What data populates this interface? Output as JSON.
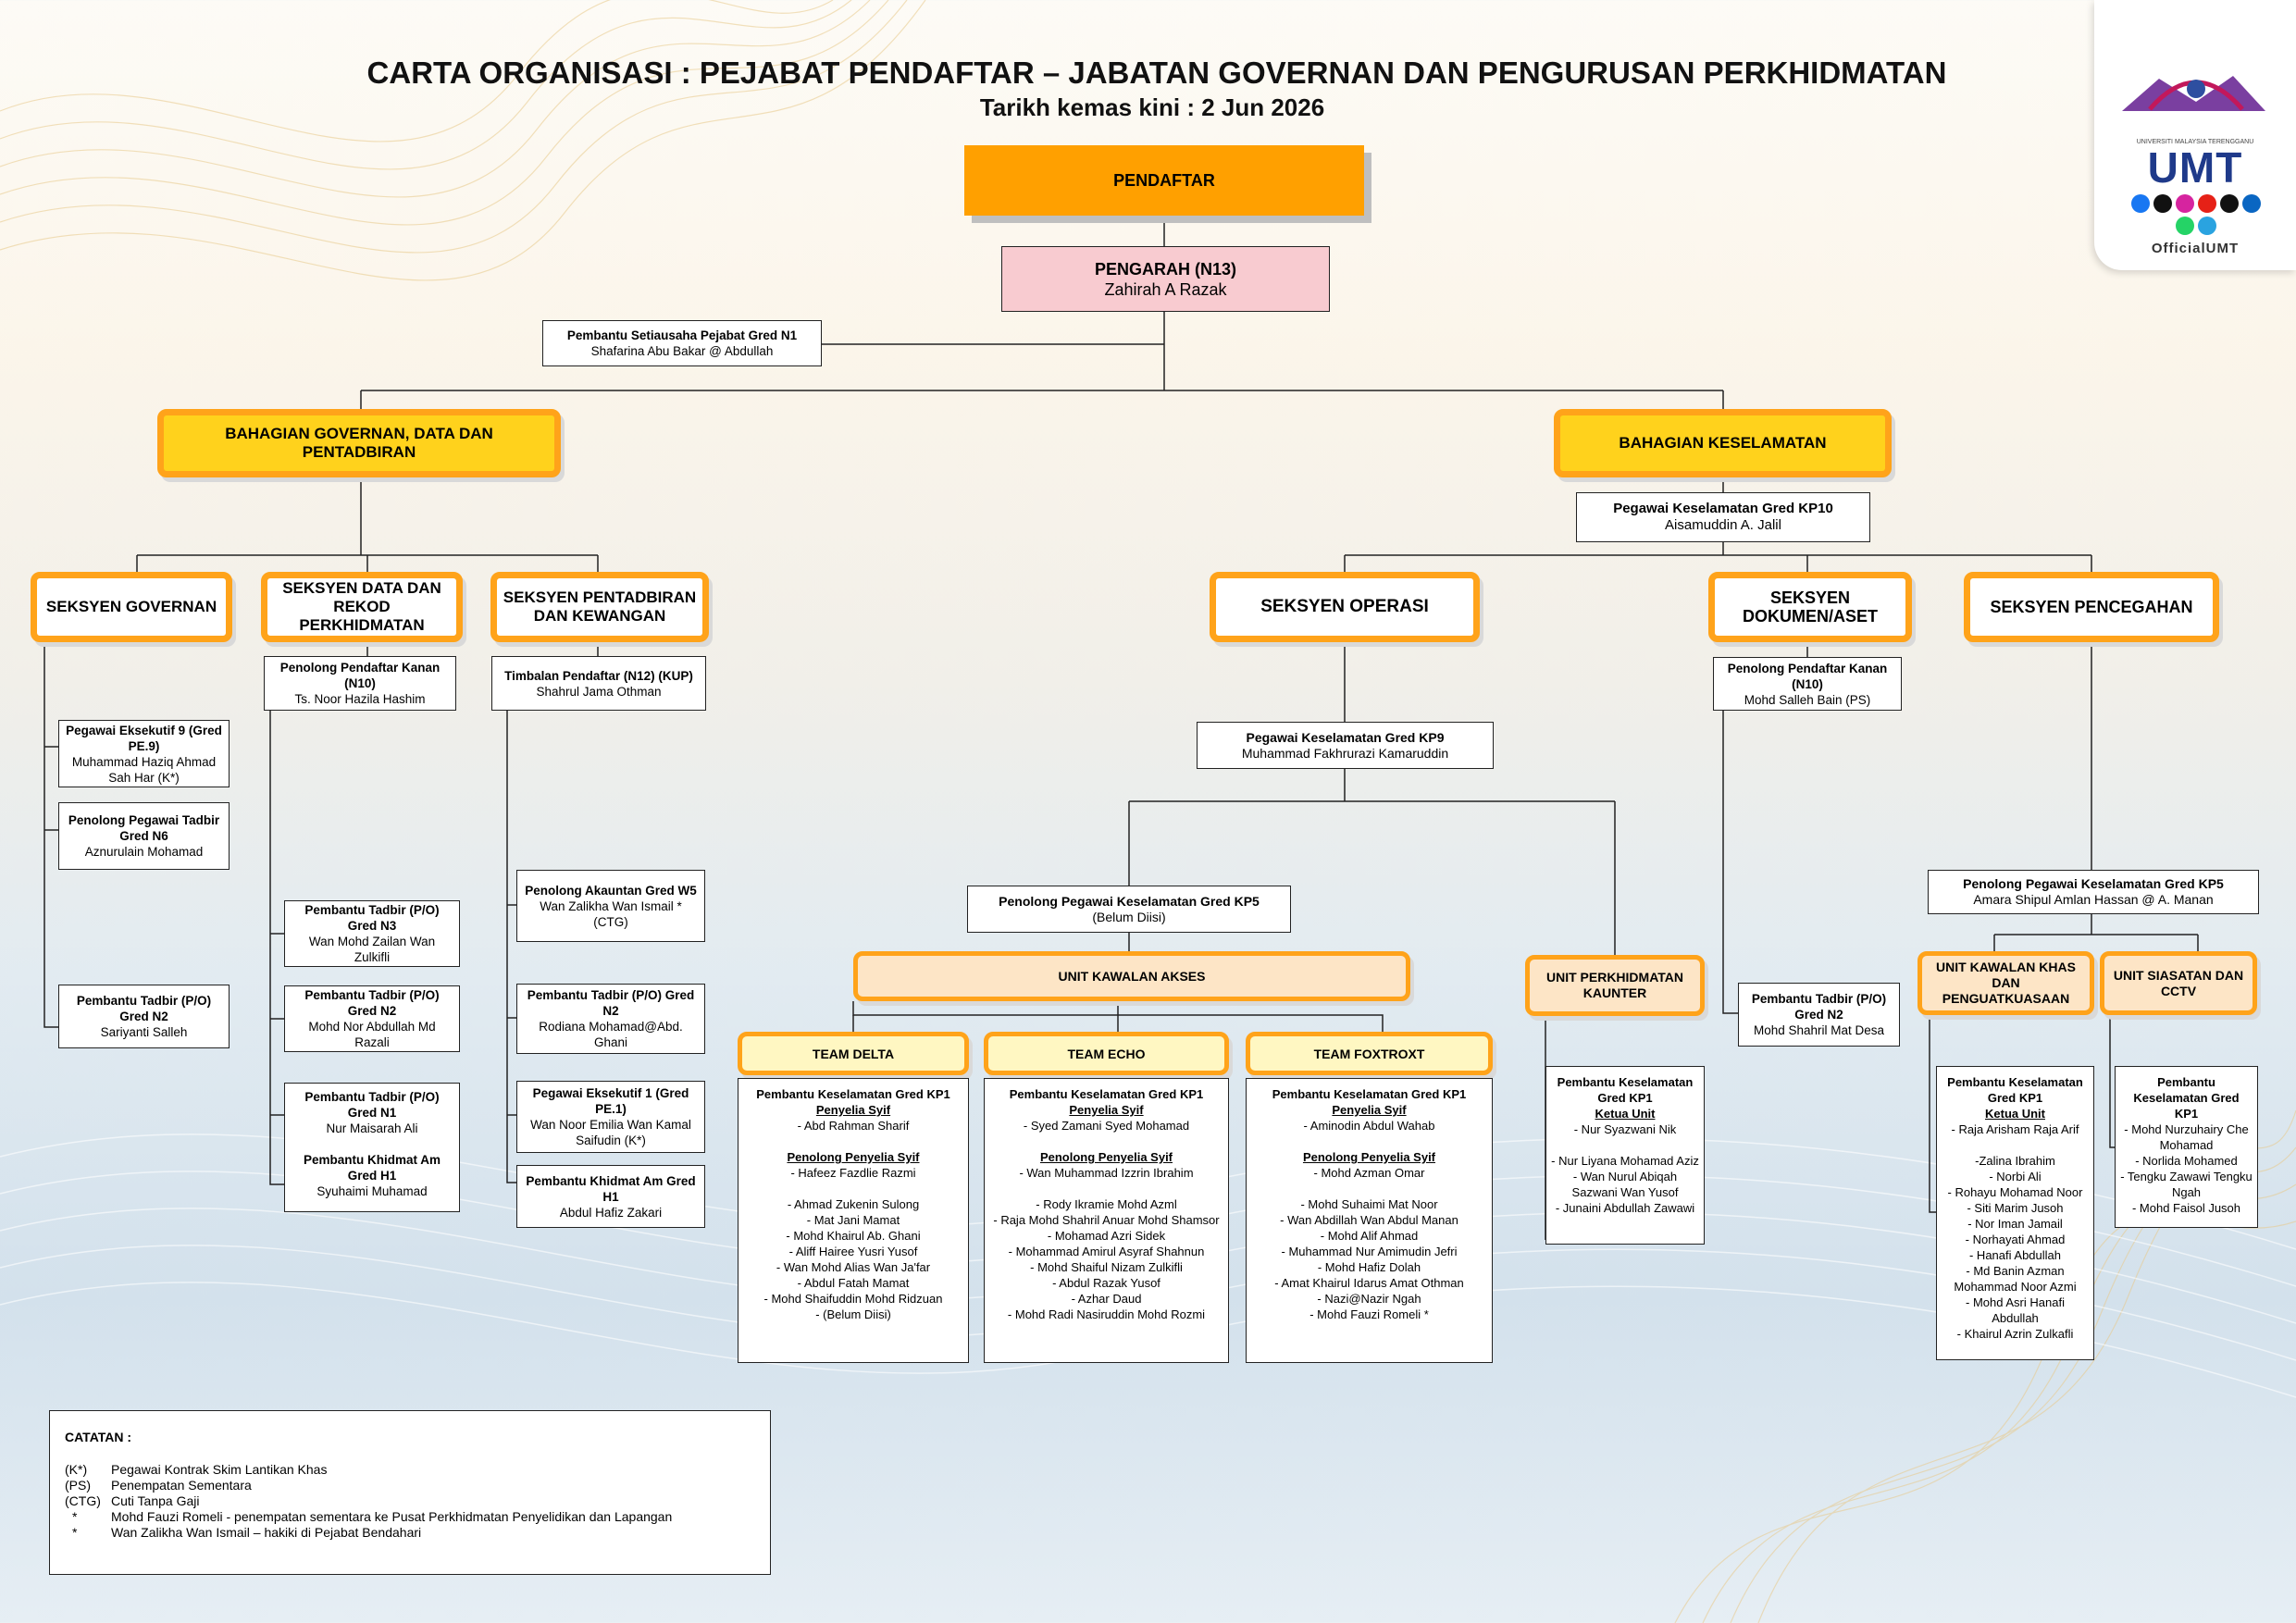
{
  "header": {
    "title": "CARTA ORGANISASI : PEJABAT PENDAFTAR – JABATAN GOVERNAN DAN PENGURUSAN PERKHIDMATAN",
    "subtitle": "Tarikh kemas kini : 2 Jun 2026"
  },
  "logo": {
    "text": "UMT",
    "small": "UNIVERSITI MALAYSIA TERENGGANU",
    "handle": "OfficialUMT",
    "icon": "umt-logo-icon"
  },
  "colors": {
    "orange": "#ffa000",
    "orange_border": "#ffa31a",
    "yellow": "#ffd21c",
    "pink": "#f8cbd0",
    "light_orange": "#fde5c6",
    "light_yellow": "#fff7c2"
  },
  "top": {
    "pendaftar": "PENDAFTAR",
    "pengarah_title": "PENGARAH (N13)",
    "pengarah_name": "Zahirah A Razak",
    "setiausaha_title": "Pembantu Setiausaha Pejabat Gred N1",
    "setiausaha_name": "Shafarina Abu Bakar @ Abdullah"
  },
  "left": {
    "bahagian": "BAHAGIAN GOVERNAN, DATA DAN PENTADBIRAN",
    "governan": {
      "title": "SEKSYEN GOVERNAN",
      "p1_title": "Pegawai Eksekutif 9 (Gred PE.9)",
      "p1_name": "Muhammad Haziq Ahmad Sah Har (K*)",
      "p2_title": "Penolong Pegawai Tadbir Gred N6",
      "p2_name": "Aznurulain Mohamad",
      "p3_title": "Pembantu Tadbir (P/O) Gred N2",
      "p3_name": "Sariyanti Salleh"
    },
    "data": {
      "title": "SEKSYEN DATA DAN REKOD PERKHIDMATAN",
      "head_title": "Penolong Pendaftar Kanan (N10)",
      "head_name": "Ts. Noor Hazila Hashim",
      "p1_title": "Pembantu Tadbir (P/O) Gred N3",
      "p1_name": "Wan Mohd Zailan Wan Zulkifli",
      "p2_title": "Pembantu Tadbir (P/O) Gred N2",
      "p2_name": "Mohd Nor Abdullah Md Razali",
      "p3_title": "Pembantu Tadbir (P/O) Gred N1",
      "p3_name": "Nur Maisarah Ali",
      "p4_title": "Pembantu Khidmat Am Gred H1",
      "p4_name": "Syuhaimi Muhamad"
    },
    "pentadbiran": {
      "title": "SEKSYEN PENTADBIRAN DAN KEWANGAN",
      "head_title": "Timbalan Pendaftar (N12) (KUP)",
      "head_name": "Shahrul Jama Othman",
      "p1_title": "Penolong Akauntan Gred W5",
      "p1_name": "Wan Zalikha Wan Ismail * (CTG)",
      "p2_title": "Pembantu Tadbir (P/O) Gred N2",
      "p2_name": "Rodiana Mohamad@Abd. Ghani",
      "p3_title": "Pegawai Eksekutif 1 (Gred PE.1)",
      "p3_name": "Wan Noor Emilia Wan Kamal Saifudin (K*)",
      "p4_title": "Pembantu Khidmat Am Gred H1",
      "p4_name": "Abdul Hafiz Zakari"
    }
  },
  "right": {
    "bahagian": "BAHAGIAN KESELAMATAN",
    "kp10_title": "Pegawai Keselamatan Gred KP10",
    "kp10_name": "Aisamuddin A. Jalil",
    "operasi": {
      "title": "SEKSYEN OPERASI",
      "kp9_title": "Pegawai Keselamatan Gred KP9",
      "kp9_name": "Muhammad Fakhrurazi Kamaruddin",
      "kp5_title": "Penolong Pegawai Keselamatan Gred KP5",
      "kp5_name": "(Belum Diisi)",
      "unit_akses": "UNIT KAWALAN AKSES",
      "unit_kaunter": "UNIT PERKHIDMATAN KAUNTER",
      "teams": [
        {
          "name": "TEAM DELTA",
          "head": "Pembantu Keselamatan Gred KP1",
          "sub1": "Penyelia Syif",
          "sup": "- Abd Rahman Sharif",
          "sub2": "Penolong Penyelia Syif",
          "asst": "- Hafeez Fazdlie Razmi",
          "members": [
            "- Ahmad Zukenin Sulong",
            "- Mat Jani Mamat",
            "- Mohd Khairul Ab. Ghani",
            "- Aliff Hairee Yusri Yusof",
            "- Wan Mohd Alias Wan Ja'far",
            "- Abdul Fatah Mamat",
            "- Mohd Shaifuddin Mohd Ridzuan",
            "- (Belum Diisi)"
          ]
        },
        {
          "name": "TEAM ECHO",
          "head": "Pembantu Keselamatan Gred KP1",
          "sub1": "Penyelia Syif",
          "sup": "- Syed Zamani Syed Mohamad",
          "sub2": "Penolong Penyelia Syif",
          "asst": "- Wan Muhammad Izzrin Ibrahim",
          "members": [
            "- Rody Ikramie Mohd Azml",
            "- Raja Mohd Shahril Anuar Mohd Shamsor",
            "- Mohamad Azri Sidek",
            "- Mohammad Amirul Asyraf Shahnun",
            "- Mohd Shaiful Nizam Zulkifli",
            "- Abdul Razak Yusof",
            "- Azhar Daud",
            "- Mohd Radi Nasiruddin Mohd Rozmi"
          ]
        },
        {
          "name": "TEAM FOXTROXT",
          "head": "Pembantu Keselamatan Gred KP1",
          "sub1": "Penyelia Syif",
          "sup": "- Aminodin Abdul Wahab",
          "sub2": "Penolong Penyelia Syif",
          "asst": "- Mohd Azman Omar",
          "members": [
            "- Mohd Suhaimi Mat Noor",
            "- Wan Abdillah Wan Abdul Manan",
            "- Mohd Alif Ahmad",
            "- Muhammad Nur Amimudin Jefri",
            "- Mohd Hafiz Dolah",
            "- Amat Khairul Idarus Amat Othman",
            "- Nazi@Nazir Ngah",
            "- Mohd Fauzi Romeli *"
          ]
        }
      ],
      "kaunter": {
        "head": "Pembantu Keselamatan Gred KP1",
        "sub": "Ketua Unit",
        "lead": "- Nur Syazwani Nik",
        "members": [
          "- Nur Liyana Mohamad Aziz",
          "- Wan Nurul Abiqah Sazwani Wan Yusof",
          "- Junaini Abdullah Zawawi"
        ]
      }
    },
    "dokumen": {
      "title": "SEKSYEN DOKUMEN/ASET",
      "head_title": "Penolong Pendaftar Kanan (N10)",
      "head_name": "Mohd Salleh Bain (PS)",
      "p1_title": "Pembantu Tadbir (P/O) Gred N2",
      "p1_name": "Mohd Shahril Mat Desa"
    },
    "pencegahan": {
      "title": "SEKSYEN PENCEGAHAN",
      "kp5_title": "Penolong Pegawai Keselamatan Gred KP5",
      "kp5_name": "Amara Shipul Amlan Hassan @ A. Manan",
      "unit_khas": "UNIT KAWALAN KHAS DAN PENGUATKUASAAN",
      "unit_cctv": "UNIT SIASATAN DAN CCTV",
      "khas": {
        "head": "Pembantu Keselamatan Gred KP1",
        "sub": "Ketua Unit",
        "lead": "- Raja Arisham Raja Arif",
        "members": [
          "-Zalina Ibrahim",
          "- Norbi Ali",
          "- Rohayu Mohamad Noor",
          "- Siti Marim Jusoh",
          "- Nor Iman Jamail",
          "- Norhayati Ahmad",
          "- Hanafi Abdullah",
          "- Md Banin Azman Mohammad Noor Azmi",
          "- Mohd Asri Hanafi Abdullah",
          "- Khairul Azrin Zulkafli"
        ]
      },
      "cctv": {
        "head": "Pembantu Keselamatan Gred KP1",
        "members": [
          "- Mohd Nurzuhairy Che Mohamad",
          "- Norlida Mohamed",
          "- Tengku Zawawi Tengku Ngah",
          "- Mohd Faisol Jusoh"
        ]
      }
    }
  },
  "catatan": {
    "heading": "CATATAN :",
    "items": [
      {
        "k": "(K*)",
        "v": "Pegawai Kontrak Skim Lantikan Khas"
      },
      {
        "k": "(PS)",
        "v": "Penempatan Sementara"
      },
      {
        "k": "(CTG)",
        "v": "Cuti Tanpa Gaji"
      },
      {
        "k": "*",
        "v": "Mohd Fauzi Romeli - penempatan sementara ke Pusat Perkhidmatan Penyelidikan dan Lapangan"
      },
      {
        "k": "*",
        "v": "Wan Zalikha Wan Ismail – hakiki di Pejabat Bendahari"
      }
    ]
  }
}
